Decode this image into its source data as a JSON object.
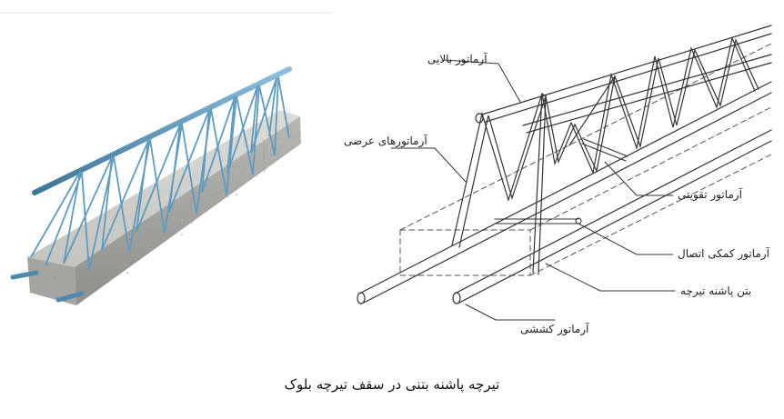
{
  "labels": {
    "top_rebar": "آرماتور بالایی",
    "cross_rebar": "آرماتورهای عرضی",
    "reinforcing_rebar": "آرماتور تقویتی",
    "connection_rebar": "آرماتور کمکی اتصال",
    "heel_concrete": "بتن پاشنه تیرچه",
    "tension_rebar": "آرماتور کششی"
  },
  "caption": "تیرچه پاشنه بتنی در سقف تیرچه بلوک",
  "colors": {
    "concrete_light": "#c9c9c6",
    "concrete_mid": "#a9a9a5",
    "concrete_dark": "#8d8d89",
    "rebar_blue": "#5f9bbf",
    "rebar_blue_dark": "#3f7598",
    "line": "#333333"
  }
}
